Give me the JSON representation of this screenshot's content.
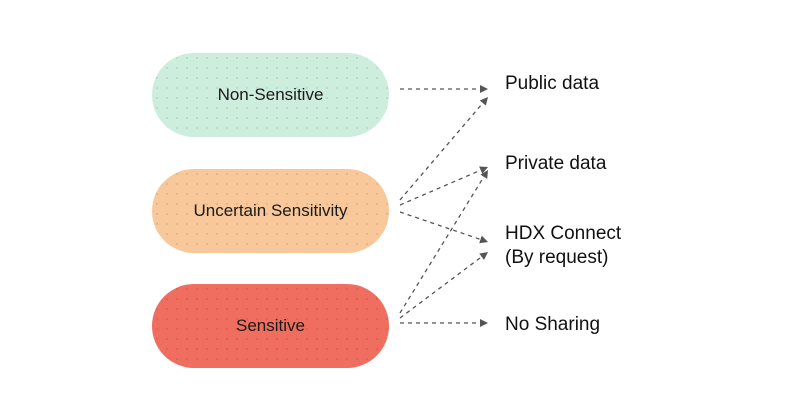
{
  "categories": [
    {
      "id": "non_sensitive",
      "label": "Non-Sensitive",
      "color": "#cdeedd"
    },
    {
      "id": "uncertain",
      "label": "Uncertain Sensitivity",
      "color": "#f8c89a"
    },
    {
      "id": "sensitive",
      "label": "Sensitive",
      "color": "#ef6e60"
    }
  ],
  "destinations": {
    "public": "Public data",
    "private": "Private data",
    "hdx_line1": "HDX Connect",
    "hdx_line2": "(By request)",
    "no_sharing": "No Sharing"
  },
  "connections": [
    {
      "from": "Non-Sensitive",
      "to": "Public data"
    },
    {
      "from": "Uncertain Sensitivity",
      "to": "Public data"
    },
    {
      "from": "Uncertain Sensitivity",
      "to": "Private data"
    },
    {
      "from": "Uncertain Sensitivity",
      "to": "HDX Connect"
    },
    {
      "from": "Sensitive",
      "to": "Private data"
    },
    {
      "from": "Sensitive",
      "to": "HDX Connect"
    },
    {
      "from": "Sensitive",
      "to": "No Sharing"
    }
  ]
}
